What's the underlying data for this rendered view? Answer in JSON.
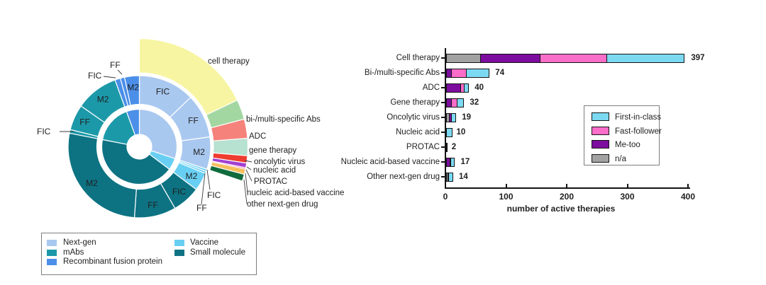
{
  "colors": {
    "modalities": {
      "Next-gen": "#a9c8f0",
      "mAbs": "#1c99a9",
      "Recombinant fusion protein": "#4b8fe9",
      "Vaccine": "#68cff2",
      "Small molecule": "#0d7383"
    },
    "series": {
      "First-in-class": "#7cd9f2",
      "Fast-follower": "#fa6dc8",
      "Me-too": "#7d0d9e",
      "n/a": "#a2a2a2"
    }
  },
  "modality_legend": {
    "columns": [
      [
        "Next-gen",
        "mAbs",
        "Recombinant fusion protein"
      ],
      [
        "Vaccine",
        "Small molecule"
      ]
    ]
  },
  "chart_data": [
    {
      "type": "sunburst",
      "title": "",
      "inner_ring": [
        {
          "name": "Next-gen",
          "color": "#a9c8f0",
          "start_deg": 0,
          "end_deg": 108.5
        },
        {
          "name": "Vaccine",
          "color": "#68cff2",
          "start_deg": 108.5,
          "end_deg": 127
        },
        {
          "name": "Small molecule",
          "color": "#0d7383",
          "start_deg": 127,
          "end_deg": 281
        },
        {
          "name": "mAbs",
          "color": "#1c99a9",
          "start_deg": 281,
          "end_deg": 340
        },
        {
          "name": "Recombinant fusion protein",
          "color": "#4b8fe9",
          "start_deg": 340,
          "end_deg": 360
        }
      ],
      "middle_ring": [
        {
          "modality": "Next-gen",
          "tier": "FIC",
          "start_deg": 0,
          "end_deg": 46,
          "label_inside": true
        },
        {
          "modality": "Next-gen",
          "tier": "FF",
          "start_deg": 46,
          "end_deg": 82,
          "label_inside": true
        },
        {
          "modality": "Next-gen",
          "tier": "M2",
          "start_deg": 82,
          "end_deg": 108.5,
          "label_inside": true
        },
        {
          "modality": "Vaccine",
          "tier": "FIC",
          "start_deg": 108.5,
          "end_deg": 110.3,
          "label_inside": false
        },
        {
          "modality": "Vaccine",
          "tier": "FF",
          "start_deg": 110.3,
          "end_deg": 112.1,
          "label_inside": false
        },
        {
          "modality": "Vaccine",
          "tier": "M2",
          "start_deg": 112.1,
          "end_deg": 127,
          "label_inside": true
        },
        {
          "modality": "Small molecule",
          "tier": "FIC",
          "start_deg": 127,
          "end_deg": 150,
          "label_inside": true
        },
        {
          "modality": "Small molecule",
          "tier": "FF",
          "start_deg": 150,
          "end_deg": 184,
          "label_inside": true
        },
        {
          "modality": "Small molecule",
          "tier": "M2",
          "start_deg": 184,
          "end_deg": 281,
          "label_inside": true
        },
        {
          "modality": "mAbs",
          "tier": "FIC",
          "start_deg": 281,
          "end_deg": 284,
          "label_inside": false
        },
        {
          "modality": "mAbs",
          "tier": "FF",
          "start_deg": 284,
          "end_deg": 305,
          "label_inside": true
        },
        {
          "modality": "mAbs",
          "tier": "M2",
          "start_deg": 305,
          "end_deg": 340,
          "label_inside": true
        },
        {
          "modality": "Recombinant fusion protein",
          "tier": "FIC",
          "start_deg": 340,
          "end_deg": 344.5,
          "label_inside": false
        },
        {
          "modality": "Recombinant fusion protein",
          "tier": "FF",
          "start_deg": 344.5,
          "end_deg": 348,
          "label_inside": false
        },
        {
          "modality": "Recombinant fusion protein",
          "tier": "M2",
          "start_deg": 348,
          "end_deg": 360,
          "label_inside": true
        }
      ],
      "outer_ring": [
        {
          "name": "cell therapy",
          "color": "#f8f5a2",
          "start_deg": 0,
          "end_deg": 64.5
        },
        {
          "name": "bi-/multi-specific Abs",
          "color": "#a3d7a2",
          "start_deg": 64.5,
          "end_deg": 75.2
        },
        {
          "name": "ADC",
          "color": "#f5827b",
          "start_deg": 75.2,
          "end_deg": 85.5
        },
        {
          "name": "gene therapy",
          "color": "#b7e1d1",
          "start_deg": 85.5,
          "end_deg": 94.8
        },
        {
          "name": "oncolytic virus",
          "color": "#ee3c31",
          "start_deg": 94.8,
          "end_deg": 98.7
        },
        {
          "name": "nucleic acid",
          "color": "#a23fd2",
          "start_deg": 98.7,
          "end_deg": 101.2
        },
        {
          "name": "PROTAC",
          "color": "#ee4fae",
          "start_deg": 101.2,
          "end_deg": 101.9
        },
        {
          "name": "nucleic acid-based vaccine",
          "color": "#f5bf5c",
          "start_deg": 101.9,
          "end_deg": 104.8
        },
        {
          "name": "other next-gen drug",
          "color": "#0f6b3c",
          "start_deg": 104.8,
          "end_deg": 108.5
        }
      ]
    },
    {
      "type": "bar",
      "orientation": "horizontal",
      "stacked": true,
      "xlabel": "number of active therapies",
      "xticks": [
        0,
        100,
        200,
        300,
        400
      ],
      "xlim": [
        0,
        400
      ],
      "categories": [
        "Cell therapy",
        "Bi-/multi-specific Abs",
        "ADC",
        "Gene therapy",
        "Oncolytic virus",
        "Nucleic acid",
        "PROTAC",
        "Nucleic acid-based vaccine",
        "Other next-gen drug"
      ],
      "totals": [
        397,
        74,
        40,
        32,
        19,
        10,
        2,
        17,
        14
      ],
      "series_stack_order": [
        "n/a",
        "Me-too",
        "Fast-follower",
        "First-in-class"
      ],
      "segments": [
        [
          {
            "series": "n/a",
            "value": 58
          },
          {
            "series": "Me-too",
            "value": 99
          },
          {
            "series": "Fast-follower",
            "value": 112
          },
          {
            "series": "First-in-class",
            "value": 128
          }
        ],
        [
          {
            "series": "Me-too",
            "value": 9
          },
          {
            "series": "Fast-follower",
            "value": 27
          },
          {
            "series": "First-in-class",
            "value": 38
          }
        ],
        [
          {
            "series": "Me-too",
            "value": 25
          },
          {
            "series": "Fast-follower",
            "value": 7
          },
          {
            "series": "First-in-class",
            "value": 8
          }
        ],
        [
          {
            "series": "Me-too",
            "value": 10
          },
          {
            "series": "Fast-follower",
            "value": 10
          },
          {
            "series": "First-in-class",
            "value": 12
          }
        ],
        [
          {
            "series": "n/a",
            "value": 6
          },
          {
            "series": "Me-too",
            "value": 5
          },
          {
            "series": "First-in-class",
            "value": 8
          }
        ],
        [
          {
            "series": "First-in-class",
            "value": 10
          }
        ],
        [
          {
            "series": "First-in-class",
            "value": 2
          }
        ],
        [
          {
            "series": "Me-too",
            "value": 7
          },
          {
            "series": "Fast-follower",
            "value": 2
          },
          {
            "series": "First-in-class",
            "value": 8
          }
        ],
        [
          {
            "series": "n/a",
            "value": 4
          },
          {
            "series": "Me-too",
            "value": 2
          },
          {
            "series": "First-in-class",
            "value": 8
          }
        ]
      ],
      "legend": [
        "First-in-class",
        "Fast-follower",
        "Me-too",
        "n/a"
      ]
    }
  ]
}
